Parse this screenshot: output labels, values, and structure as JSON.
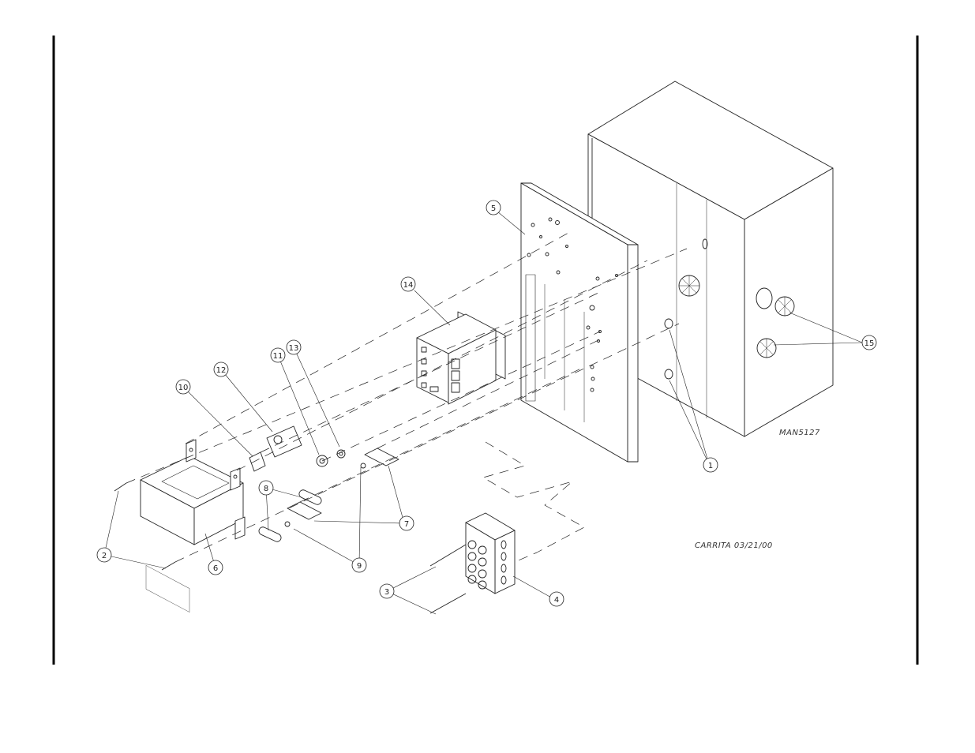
{
  "drawing": {
    "id": "MAN5127",
    "signature": "CARRITA 03/21/00"
  },
  "callouts": [
    "1",
    "2",
    "3",
    "4",
    "5",
    "6",
    "7",
    "8",
    "9",
    "10",
    "11",
    "12",
    "13",
    "14",
    "15"
  ]
}
